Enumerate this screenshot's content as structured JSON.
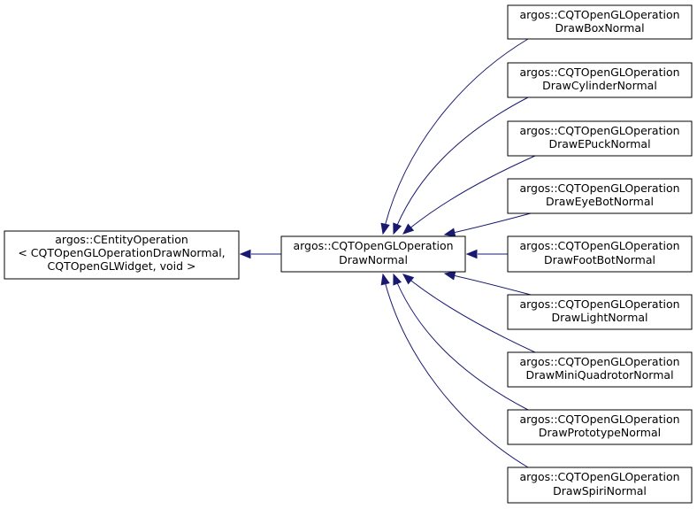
{
  "colors": {
    "edge": "#191970",
    "node_border": "#000000",
    "node_fill": "#ffffff",
    "background": "#ffffff"
  },
  "base": {
    "lines": [
      "argos::CEntityOperation",
      "< CQTOpenGLOperationDrawNormal,",
      "CQTOpenGLWidget, void >"
    ]
  },
  "center": {
    "lines": [
      "argos::CQTOpenGLOperation",
      "DrawNormal"
    ]
  },
  "derived": [
    {
      "lines": [
        "argos::CQTOpenGLOperation",
        "DrawBoxNormal"
      ]
    },
    {
      "lines": [
        "argos::CQTOpenGLOperation",
        "DrawCylinderNormal"
      ]
    },
    {
      "lines": [
        "argos::CQTOpenGLOperation",
        "DrawEPuckNormal"
      ]
    },
    {
      "lines": [
        "argos::CQTOpenGLOperation",
        "DrawEyeBotNormal"
      ]
    },
    {
      "lines": [
        "argos::CQTOpenGLOperation",
        "DrawFootBotNormal"
      ]
    },
    {
      "lines": [
        "argos::CQTOpenGLOperation",
        "DrawLightNormal"
      ]
    },
    {
      "lines": [
        "argos::CQTOpenGLOperation",
        "DrawMiniQuadrotorNormal"
      ]
    },
    {
      "lines": [
        "argos::CQTOpenGLOperation",
        "DrawPrototypeNormal"
      ]
    },
    {
      "lines": [
        "argos::CQTOpenGLOperation",
        "DrawSpiriNormal"
      ]
    }
  ]
}
